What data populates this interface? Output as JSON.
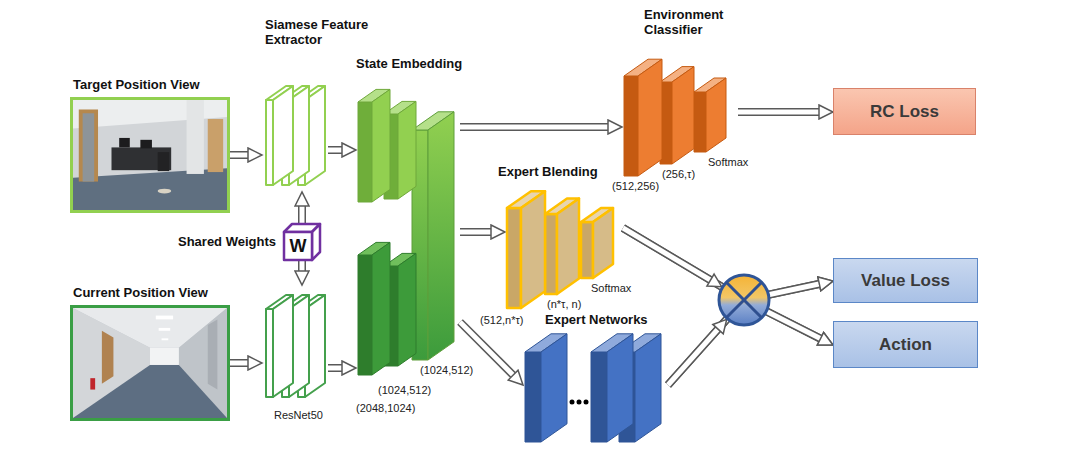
{
  "diagram": {
    "nodes": [
      {
        "text": [
          "Target Position View"
        ]
      },
      {
        "text": [
          "Siamese Feature Extractor"
        ]
      },
      {
        "text": [
          "Shared Weights",
          "W"
        ]
      },
      {
        "text": [
          "Current Position View"
        ]
      },
      {
        "text": [
          "ResNet50"
        ]
      },
      {
        "text": [
          "State Embedding",
          "(2048,1024)",
          "(1024,512)",
          "(1024,512)"
        ]
      },
      {
        "text": [
          "Environment Classifier",
          "(512,256)",
          "(256,τ)",
          "Softmax"
        ]
      },
      {
        "text": [
          "RC Loss"
        ]
      },
      {
        "text": [
          "Expert Blending",
          "(512,n*τ)",
          "(n*τ, n)",
          "Softmax"
        ]
      },
      {
        "text": [
          "Expert Networks"
        ]
      },
      {
        "text": [
          "Value Loss"
        ]
      },
      {
        "text": [
          "Action"
        ]
      }
    ],
    "edges": [
      {
        "from": 0,
        "to": 1,
        "arrow": "to"
      },
      {
        "from": 2,
        "to": 1,
        "arrow": "to"
      },
      {
        "from": 2,
        "to": 4,
        "arrow": "to"
      },
      {
        "from": 3,
        "to": 4,
        "arrow": "to"
      },
      {
        "from": 1,
        "to": 5,
        "arrow": "to"
      },
      {
        "from": 4,
        "to": 5,
        "arrow": "to"
      },
      {
        "from": 5,
        "to": 6,
        "arrow": "to"
      },
      {
        "from": 6,
        "to": 7,
        "arrow": "to"
      },
      {
        "from": 5,
        "to": 8,
        "arrow": "to"
      },
      {
        "from": 5,
        "to": 9,
        "arrow": "to"
      },
      {
        "from": 8,
        "to": 10,
        "arrow": "to"
      },
      {
        "from": 8,
        "to": 11,
        "arrow": "to"
      },
      {
        "from": 9,
        "to": 10,
        "arrow": "to"
      },
      {
        "from": 9,
        "to": 11,
        "arrow": "to"
      }
    ]
  }
}
